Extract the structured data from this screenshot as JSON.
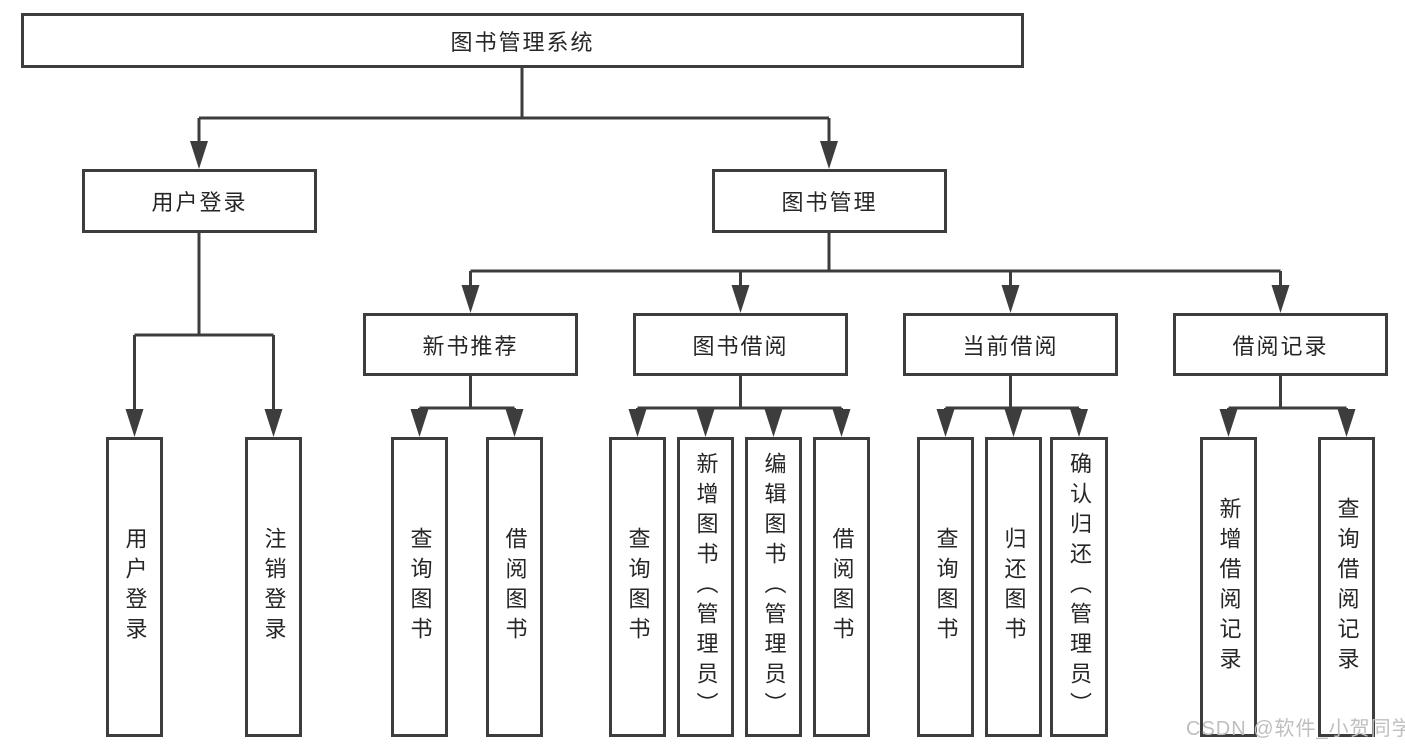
{
  "diagram": {
    "root": {
      "label": "图书管理系统"
    },
    "level2": {
      "user_login": {
        "label": "用户登录"
      },
      "book_management": {
        "label": "图书管理"
      }
    },
    "level3": {
      "new_book_recommend": {
        "label": "新书推荐"
      },
      "book_borrow": {
        "label": "图书借阅"
      },
      "current_borrow": {
        "label": "当前借阅"
      },
      "borrow_records": {
        "label": "借阅记录"
      }
    },
    "leaves": {
      "user_login": [
        "用户登录",
        "注销登录"
      ],
      "new_book_recommend": [
        "查询图书",
        "借阅图书"
      ],
      "book_borrow": [
        "查询图书",
        "新增图书（管理员）",
        "编辑图书（管理员）",
        "借阅图书"
      ],
      "current_borrow": [
        "查询图书",
        "归还图书",
        "确认归还（管理员）"
      ],
      "borrow_records": [
        "新增借阅记录",
        "查询借阅记录"
      ]
    }
  },
  "watermark": "CSDN @软件_小贺同学",
  "colors": {
    "line": "#3d3d3d",
    "text": "#262626",
    "background": "#ffffff",
    "watermark": "#bfbfbf"
  }
}
